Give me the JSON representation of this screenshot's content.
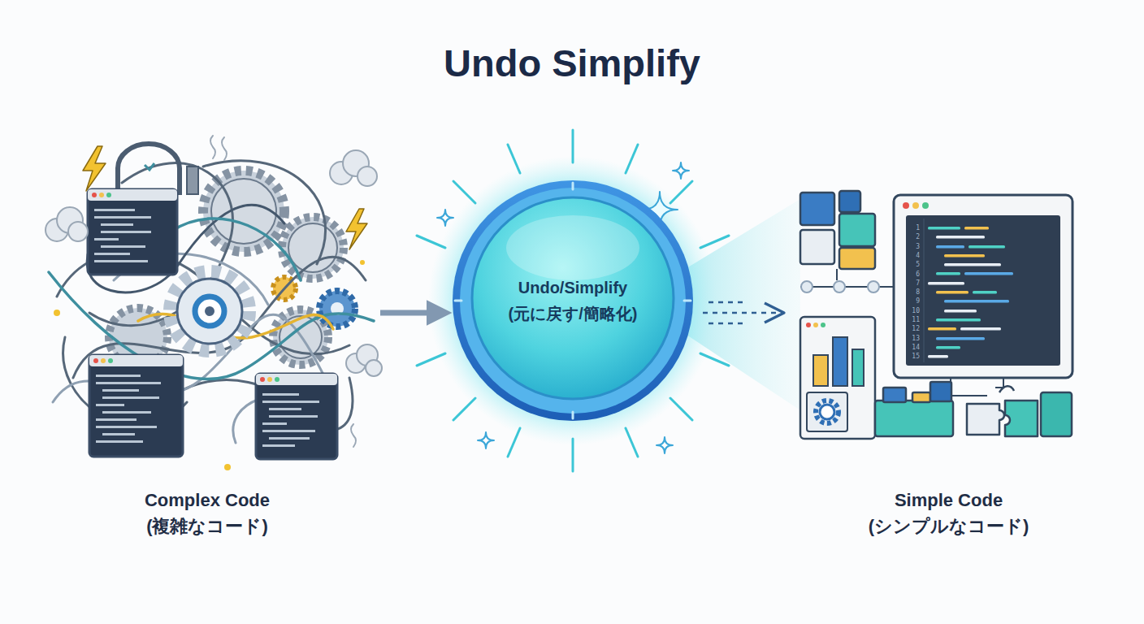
{
  "diagram": {
    "title": "Undo Simplify",
    "nodes": [
      {
        "text": [
          "Complex Code (複雑なコード)"
        ]
      },
      {
        "text": [
          "Undo/Simplify (元に戻す/簡略化)"
        ]
      },
      {
        "text": [
          "Simple Code (シンプルなコード)"
        ]
      }
    ],
    "edges": [
      {
        "from": 0,
        "to": 1,
        "arrow": "to"
      },
      {
        "from": 1,
        "to": 2,
        "arrow": "to"
      }
    ],
    "labels": [
      "1",
      "2",
      "3",
      "4",
      "5",
      "6",
      "7",
      "8",
      "9",
      "10",
      "11",
      "12",
      "13",
      "14",
      "15"
    ]
  }
}
